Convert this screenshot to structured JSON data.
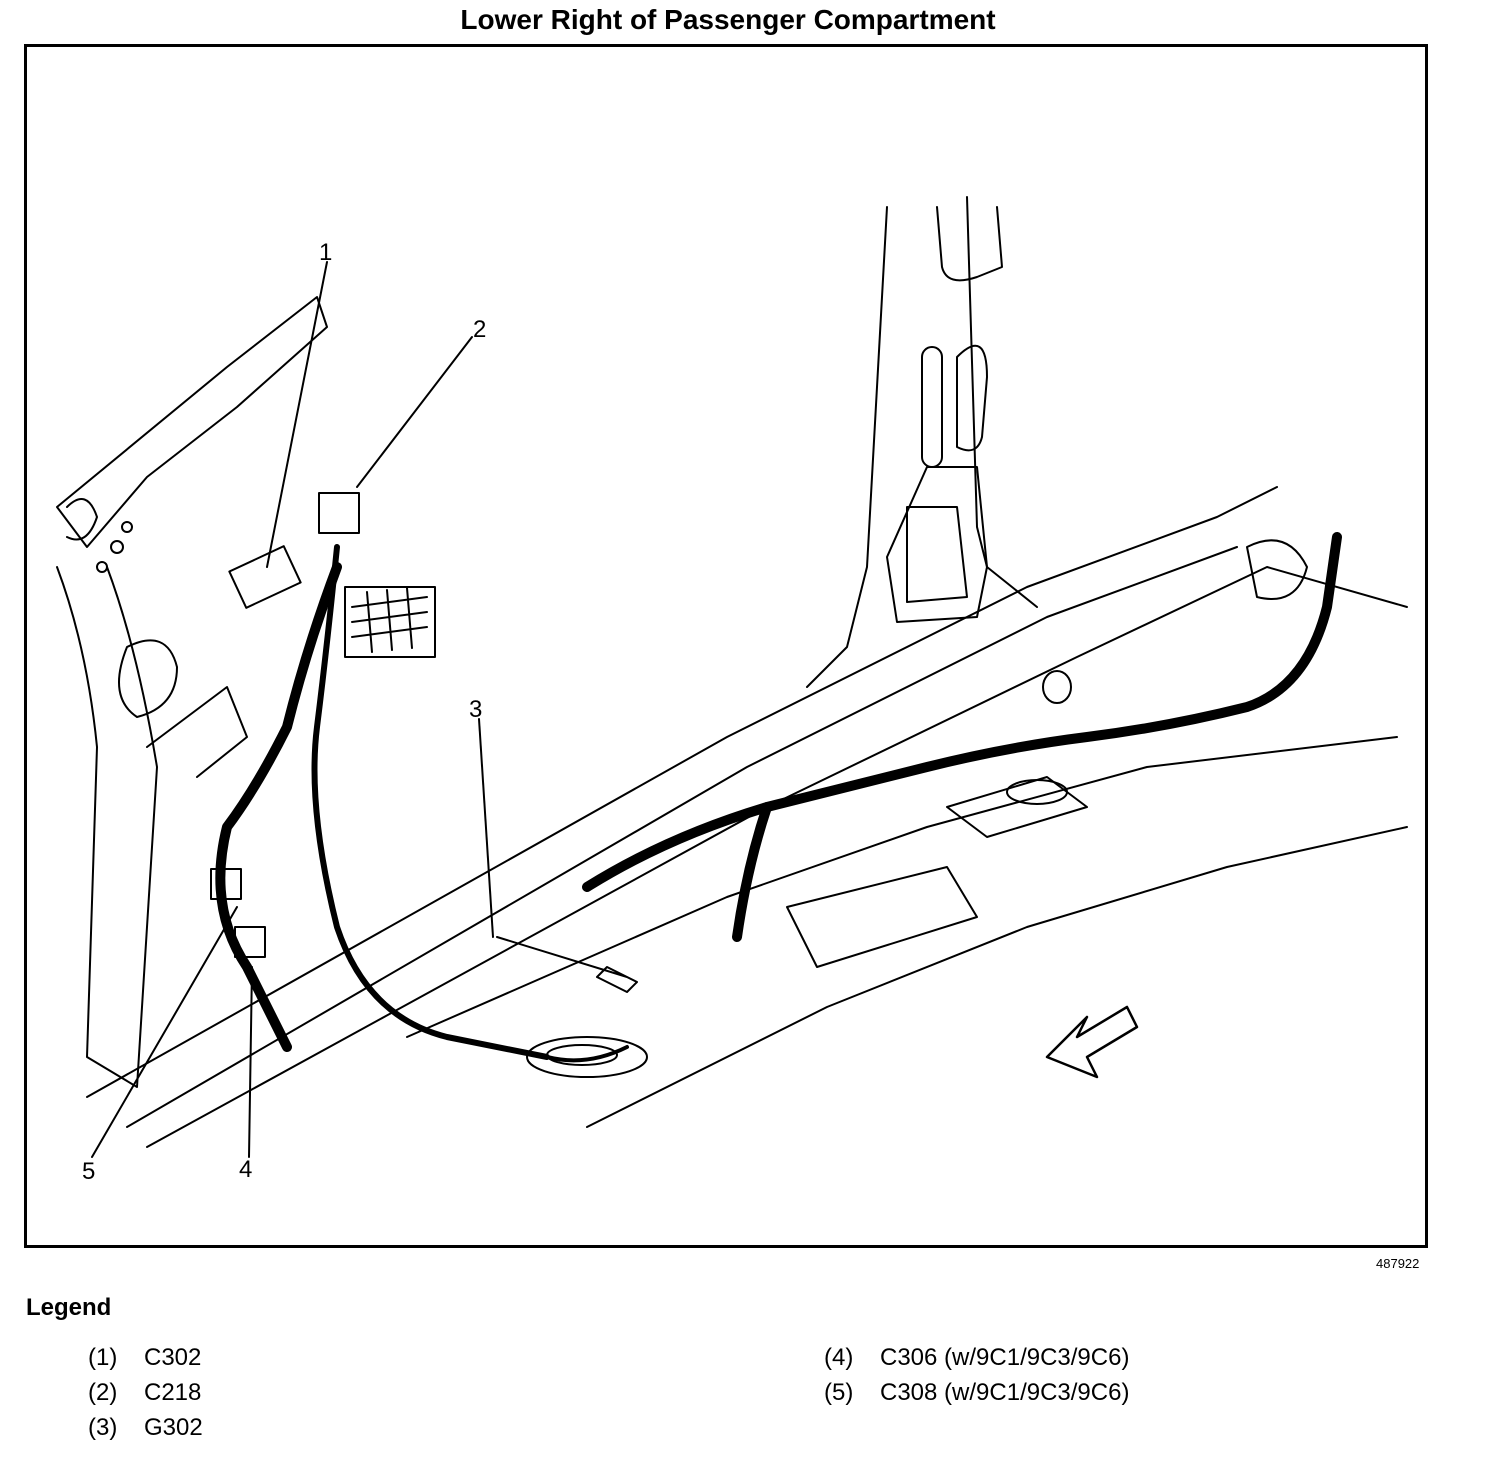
{
  "title": "Lower Right of Passenger Compartment",
  "figure_number": "487922",
  "callouts": [
    "1",
    "2",
    "3",
    "4",
    "5"
  ],
  "legend": {
    "heading": "Legend",
    "items": [
      {
        "num": "(1)",
        "label": "C302"
      },
      {
        "num": "(2)",
        "label": "C218"
      },
      {
        "num": "(3)",
        "label": "G302"
      },
      {
        "num": "(4)",
        "label": "C306 (w/9C1/9C3/9C6)"
      },
      {
        "num": "(5)",
        "label": "C308 (w/9C1/9C3/9C6)"
      }
    ]
  }
}
